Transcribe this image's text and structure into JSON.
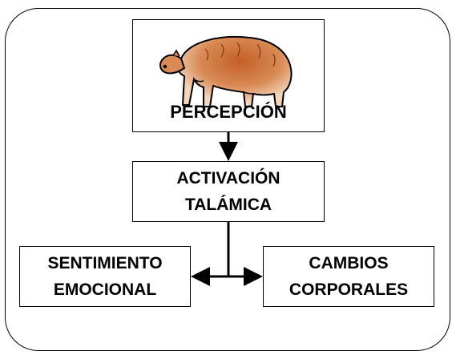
{
  "nodes": {
    "perception": "PERCEPCIÓN",
    "thalamic_line1": "ACTIVACIÓN",
    "thalamic_line2": "TALÁMICA",
    "emotion_line1": "SENTIMIENTO",
    "emotion_line2": "EMOCIONAL",
    "body_line1": "CAMBIOS",
    "body_line2": "CORPORALES"
  },
  "illustration": {
    "icon": "bear-icon",
    "fur_color": "#c8703a"
  }
}
